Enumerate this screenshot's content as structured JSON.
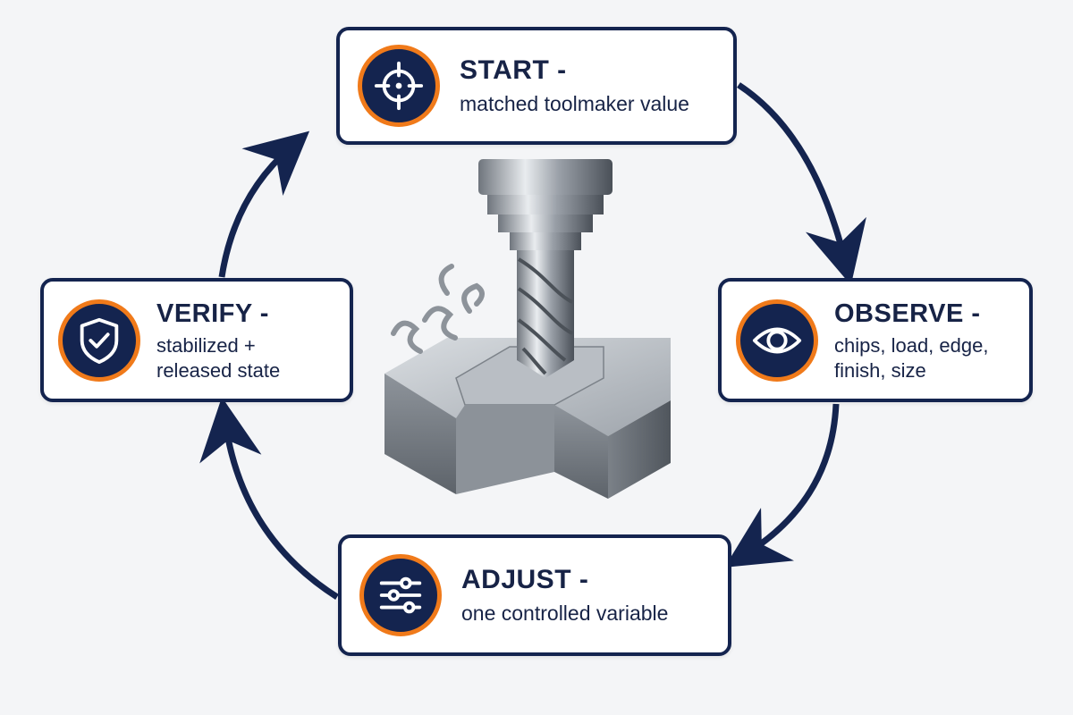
{
  "steps": [
    {
      "title": "START -",
      "description": "matched toolmaker value",
      "icon": "crosshair-icon"
    },
    {
      "title": "OBSERVE -",
      "description_lines": [
        "chips, load, edge,",
        "finish, size"
      ],
      "icon": "eye-icon"
    },
    {
      "title": "ADJUST -",
      "description": "one controlled variable",
      "icon": "sliders-icon"
    },
    {
      "title": "VERIFY -",
      "description_lines": [
        "stabilized +",
        "released state"
      ],
      "icon": "shield-check-icon"
    }
  ],
  "illustration": {
    "subject": "end-mill-cutting-metal-block-icon"
  },
  "colors": {
    "navy": "#14244f",
    "orange": "#f07a1a",
    "background": "#f4f5f7"
  }
}
